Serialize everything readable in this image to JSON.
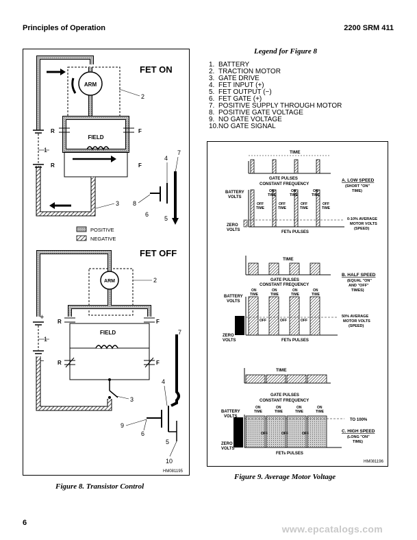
{
  "header": {
    "left": "Principles of Operation",
    "right": "2200 SRM 411"
  },
  "legend": {
    "title": "Legend for Figure 8",
    "items": [
      {
        "num": "1.",
        "text": "BATTERY"
      },
      {
        "num": "2.",
        "text": "TRACTION MOTOR"
      },
      {
        "num": "3.",
        "text": "GATE DRIVE"
      },
      {
        "num": "4.",
        "text": "FET INPUT (+)"
      },
      {
        "num": "5.",
        "text": "FET OUTPUT (−)"
      },
      {
        "num": "6.",
        "text": "FET GATE (+)"
      },
      {
        "num": "7.",
        "text": "POSITIVE SUPPLY THROUGH MOTOR"
      },
      {
        "num": "8.",
        "text": "POSITIVE GATE VOLTAGE"
      },
      {
        "num": "9.",
        "text": "NO GATE VOLTAGE"
      },
      {
        "num": "10.",
        "text": "NO GATE SIGNAL"
      }
    ]
  },
  "figure8": {
    "caption": "Figure 8. Transistor Control",
    "fet_on": "FET ON",
    "fet_off": "FET OFF",
    "arm": "ARM",
    "field": "FIELD",
    "r": "R",
    "f": "F",
    "positive": "POSITIVE",
    "negative": "NEGATIVE",
    "plus": "+",
    "minus": "−",
    "callouts_top": [
      "1",
      "2",
      "3",
      "4",
      "5",
      "6",
      "7",
      "8"
    ],
    "callouts_bottom": [
      "1",
      "2",
      "3",
      "4",
      "5",
      "6",
      "7",
      "9",
      "10"
    ],
    "figure_id": "HM081195"
  },
  "figure9": {
    "caption": "Figure 9. Average Motor Voltage",
    "time": "TIME",
    "gate_pulses": "GATE PULSES",
    "constant_frequency": "CONSTANT FREQUENCY",
    "battery_volts_1": "BATTERY",
    "battery_volts_2": "VOLTS",
    "zero_volts_1": "ZERO",
    "zero_volts_2": "VOLTS",
    "fets_pulses": "FETs PULSES",
    "on_time_1": "ON",
    "on_time_2": "TIME",
    "off_time_1": "OFF",
    "off_time_2": "TIME",
    "off": "OFF",
    "low": {
      "title": "A. LOW SPEED",
      "sub1": "(SHORT \"ON\"",
      "sub2": "TIME)",
      "avg1": "0-10% AVERAGE",
      "avg2": "MOTOR VOLTS",
      "avg3": "(SPEED)"
    },
    "half": {
      "title": "B. HALF SPEED",
      "sub1": "(EQUAL \"ON\"",
      "sub2": "AND \"OFF\"",
      "sub3": "TIMES)",
      "avg1": "50% AVERAGE",
      "avg2": "MOTOR VOLTS",
      "avg3": "(SPEED)"
    },
    "high": {
      "title": "C. HIGH SPEED",
      "sub1": "(LONG \"ON\"",
      "sub2": "TIME)",
      "avg1": "TO 100%"
    },
    "figure_id": "HM081196"
  },
  "footer": {
    "page": "6",
    "watermark": "www.epcatalogs.com"
  }
}
